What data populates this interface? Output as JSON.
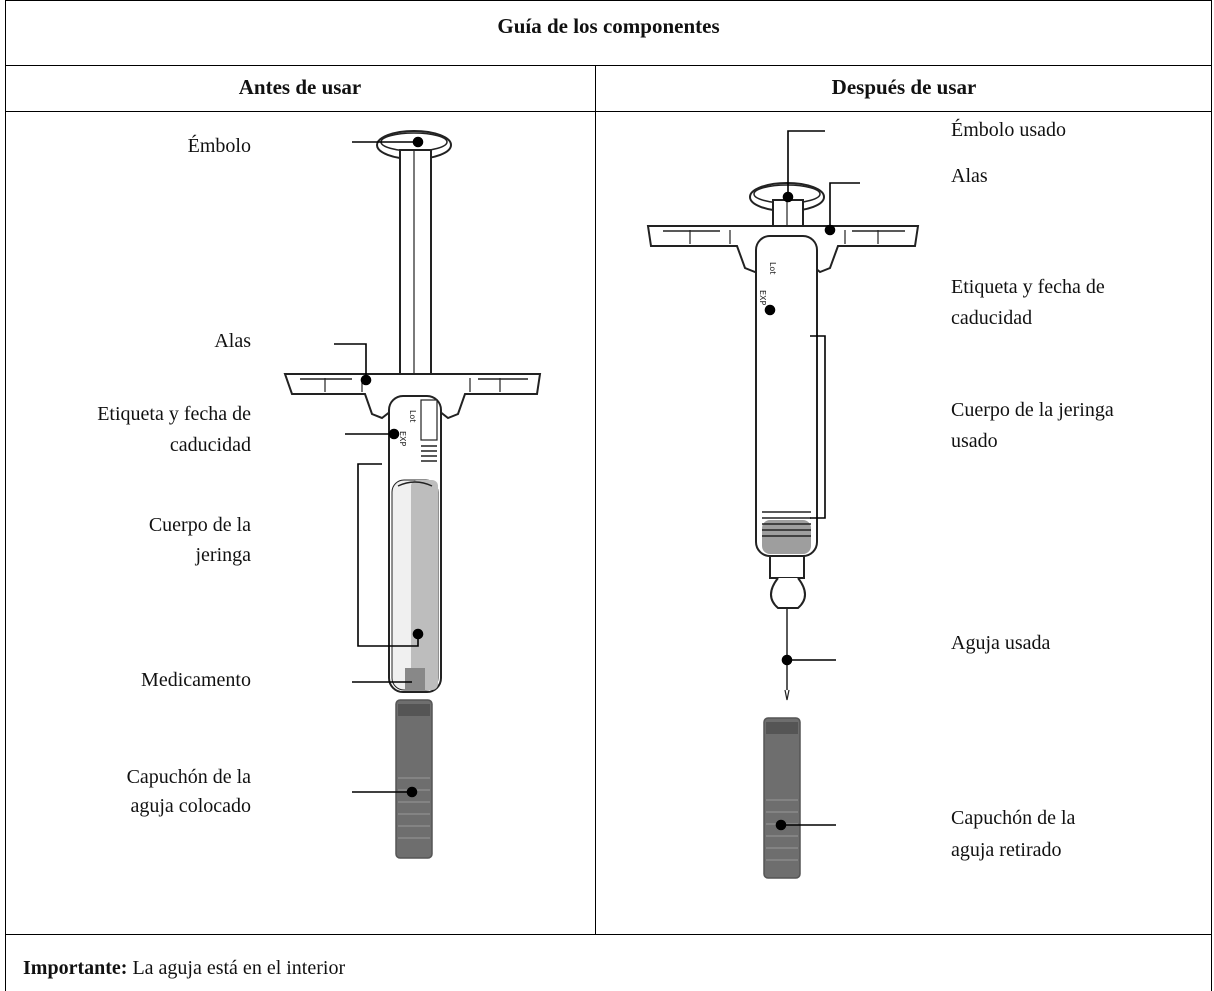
{
  "header": {
    "title": "Guía de los componentes"
  },
  "columns": {
    "before": "Antes de usar",
    "after": "Después de usar"
  },
  "before_labels": {
    "plunger": "Émbolo",
    "wings": "Alas",
    "label_line1": "Etiqueta y fecha de",
    "label_line2": "caducidad",
    "barrel_line1": "Cuerpo de la",
    "barrel_line2": "jeringa",
    "medicine": "Medicamento",
    "cap_line1": "Capuchón de la",
    "cap_line2": "aguja colocado"
  },
  "after_labels": {
    "plunger": "Émbolo usado",
    "wings": "Alas",
    "label_line1": "Etiqueta y fecha de",
    "label_line2": "caducidad",
    "barrel_line1": "Cuerpo de la jeringa",
    "barrel_line2": "usado",
    "needle": "Aguja usada",
    "cap_line1": "Capuchón de la",
    "cap_line2": "aguja retirado"
  },
  "syringe_printed_text": {
    "lot": "Lot",
    "exp": "EXP"
  },
  "footer": {
    "important_label": "Importante:",
    "important_text": " La aguja está en el interior"
  }
}
